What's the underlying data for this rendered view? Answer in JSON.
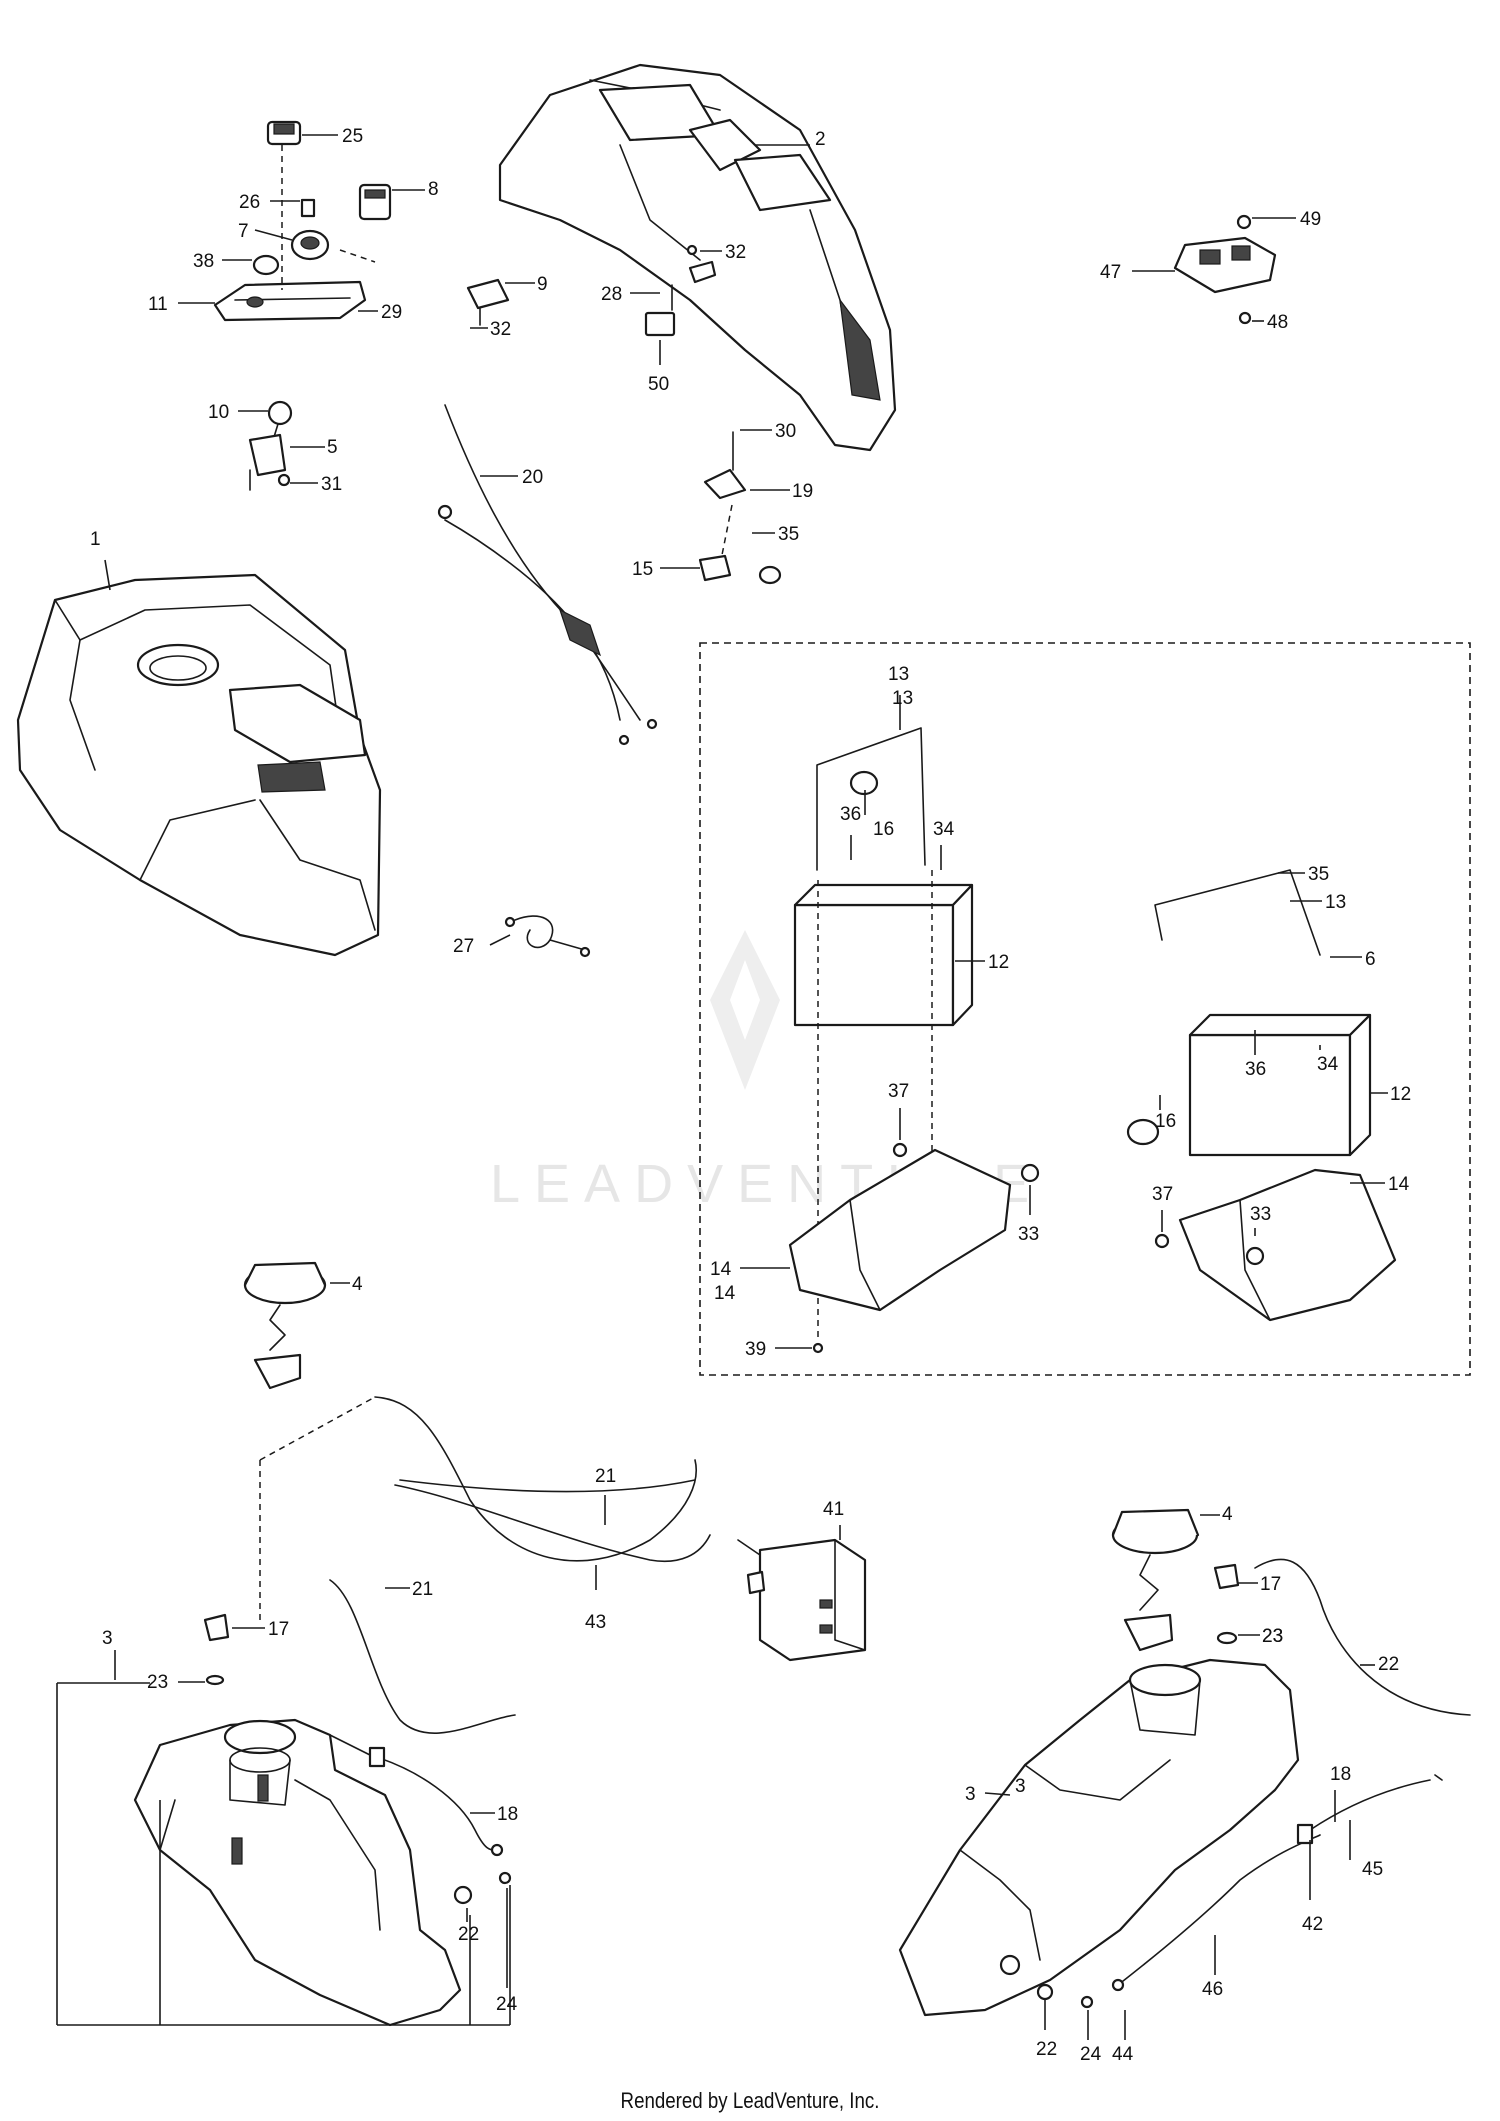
{
  "watermark": "LEADVENTURE",
  "footer": "Rendered by LeadVenture, Inc.",
  "callouts": [
    "1",
    "2",
    "3",
    "3",
    "3",
    "4",
    "4",
    "5",
    "6",
    "7",
    "8",
    "9",
    "10",
    "11",
    "12",
    "12",
    "13",
    "13",
    "13",
    "14",
    "14",
    "14",
    "15",
    "16",
    "16",
    "17",
    "17",
    "18",
    "18",
    "19",
    "20",
    "21",
    "21",
    "22",
    "22",
    "22",
    "23",
    "23",
    "23",
    "24",
    "24",
    "25",
    "26",
    "27",
    "28",
    "29",
    "30",
    "31",
    "32",
    "32",
    "33",
    "33",
    "34",
    "34",
    "35",
    "35",
    "36",
    "36",
    "37",
    "37",
    "38",
    "39",
    "41",
    "42",
    "43",
    "44",
    "45",
    "46",
    "47",
    "48",
    "49",
    "50"
  ]
}
